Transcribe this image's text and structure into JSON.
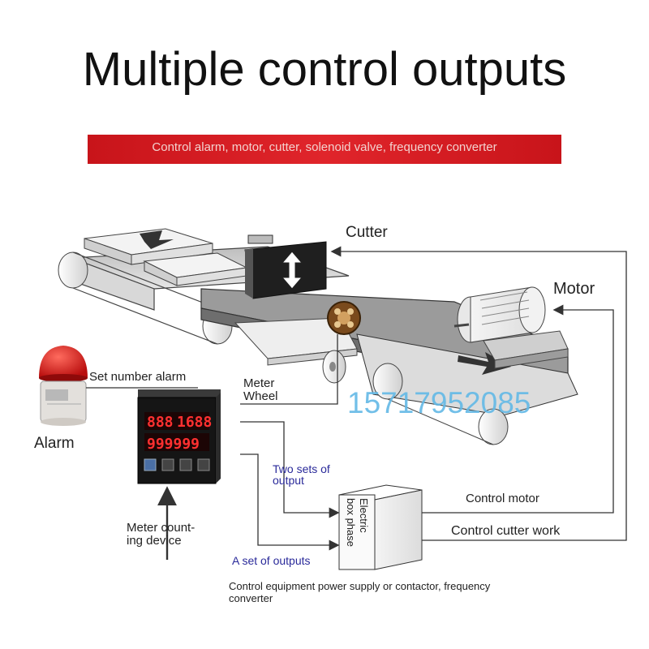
{
  "title": "Multiple control outputs",
  "banner": "Control alarm, motor, cutter, solenoid valve, frequency converter",
  "labels": {
    "cutter": "Cutter",
    "motor": "Motor",
    "set_number_alarm": "Set number alarm",
    "meter_wheel_line1": "Meter",
    "meter_wheel_line2": "Wheel",
    "alarm": "Alarm",
    "two_sets_line1": "Two sets of",
    "two_sets_line2": "output",
    "electric_box_line1": "Electric",
    "electric_box_line2": "box phase",
    "control_motor": "Control motor",
    "control_cutter_work": "Control cutter work",
    "meter_counting_line1": "Meter count-",
    "meter_counting_line2": "ing device",
    "a_set_of_outputs": "A set of outputs",
    "footer_line1": "Control equipment power supply or contactor, frequency",
    "footer_line2": "converter"
  },
  "watermark_phone": "15717952085",
  "display": {
    "row1_left": "888",
    "row1_right": "1688",
    "row2": "999999"
  },
  "colors": {
    "banner": "#d81e24",
    "phone": "#63b9e6",
    "blue_label": "#2a2a9a",
    "display_digits": "#ff3030"
  }
}
